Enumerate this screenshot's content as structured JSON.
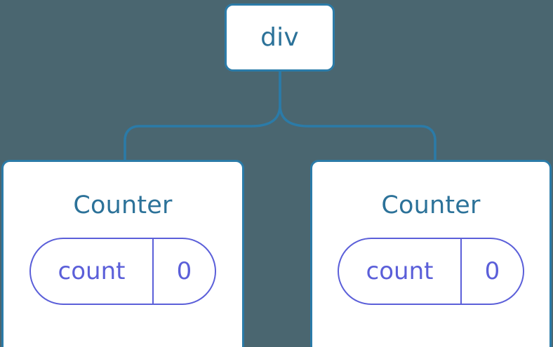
{
  "diagram": {
    "type": "component-tree",
    "background_color": "#4a6670",
    "node_border_color": "#2b7ba8",
    "node_label_color": "#2c7299",
    "state_color": "#5b5fd9",
    "connector_color": "#2b7ba8",
    "root": {
      "label": "div"
    },
    "children": [
      {
        "label": "Counter",
        "state": {
          "key": "count",
          "value": "0"
        }
      },
      {
        "label": "Counter",
        "state": {
          "key": "count",
          "value": "0"
        }
      }
    ]
  }
}
